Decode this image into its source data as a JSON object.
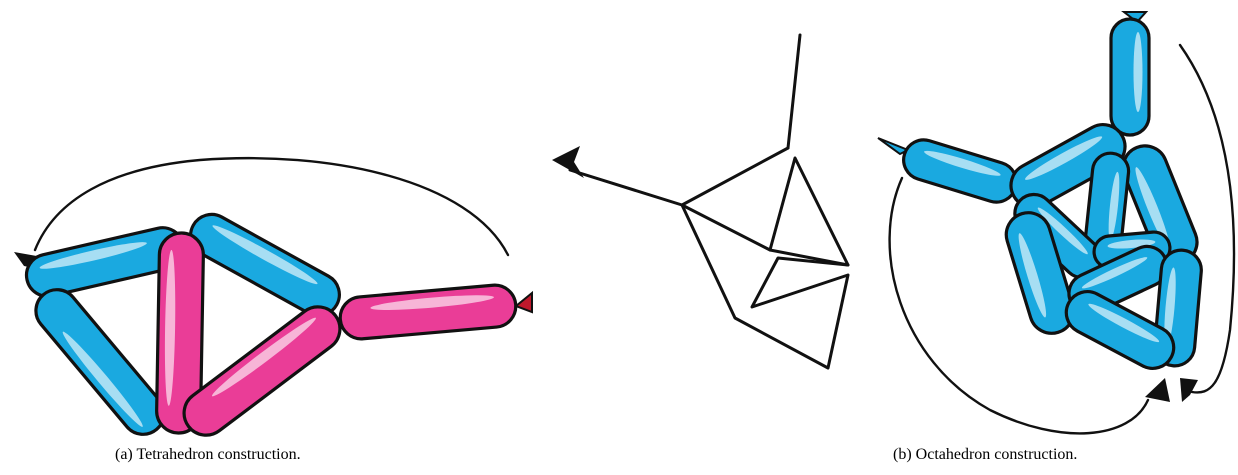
{
  "figure": {
    "panels": [
      {
        "id": "a",
        "caption": "(a)  Tetrahedron construction.",
        "content": "balloon-tetrahedron",
        "balloon_colors": {
          "blue": "#1aa9e0",
          "pink": "#ea3d97",
          "knot": "#c0182c"
        }
      },
      {
        "id": "b",
        "caption": "(b)  Octahedron construction.",
        "content": "wireframe-and-balloon-octahedron",
        "balloon_colors": {
          "blue": "#1aa9e0",
          "knot": "#1aa9e0"
        }
      }
    ]
  }
}
